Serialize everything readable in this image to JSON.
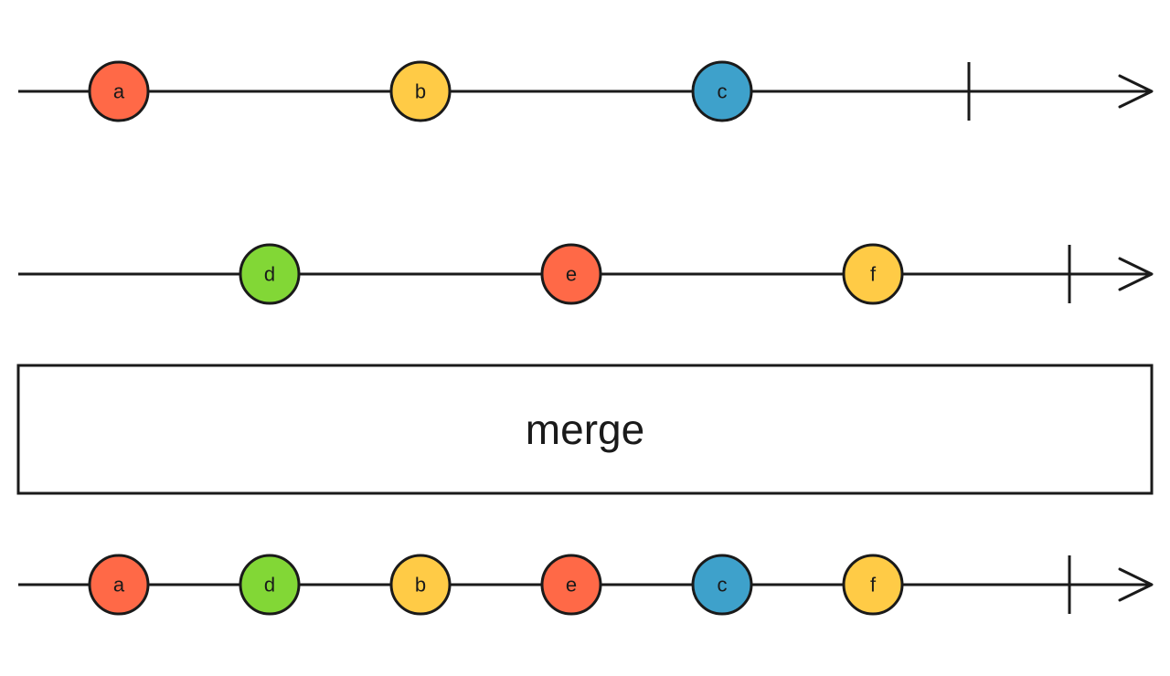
{
  "operator": {
    "label": "merge"
  },
  "colors": {
    "red": "#ff6947",
    "yellow": "#ffcb46",
    "blue": "#3ea1cb",
    "green": "#82d736",
    "stroke": "#1a1a1a"
  },
  "timelines": [
    {
      "id": "input-1",
      "completion_time": 10.4,
      "marbles": [
        {
          "label": "a",
          "time": 1.1,
          "color": "red"
        },
        {
          "label": "b",
          "time": 4.4,
          "color": "yellow"
        },
        {
          "label": "c",
          "time": 7.7,
          "color": "blue"
        }
      ]
    },
    {
      "id": "input-2",
      "completion_time": 11.5,
      "marbles": [
        {
          "label": "d",
          "time": 2.75,
          "color": "green"
        },
        {
          "label": "e",
          "time": 6.05,
          "color": "red"
        },
        {
          "label": "f",
          "time": 9.35,
          "color": "yellow"
        }
      ]
    },
    {
      "id": "output",
      "completion_time": 11.5,
      "marbles": [
        {
          "label": "a",
          "time": 1.1,
          "color": "red"
        },
        {
          "label": "d",
          "time": 2.75,
          "color": "green"
        },
        {
          "label": "b",
          "time": 4.4,
          "color": "yellow"
        },
        {
          "label": "e",
          "time": 6.05,
          "color": "red"
        },
        {
          "label": "c",
          "time": 7.7,
          "color": "blue"
        },
        {
          "label": "f",
          "time": 9.35,
          "color": "yellow"
        }
      ]
    }
  ]
}
